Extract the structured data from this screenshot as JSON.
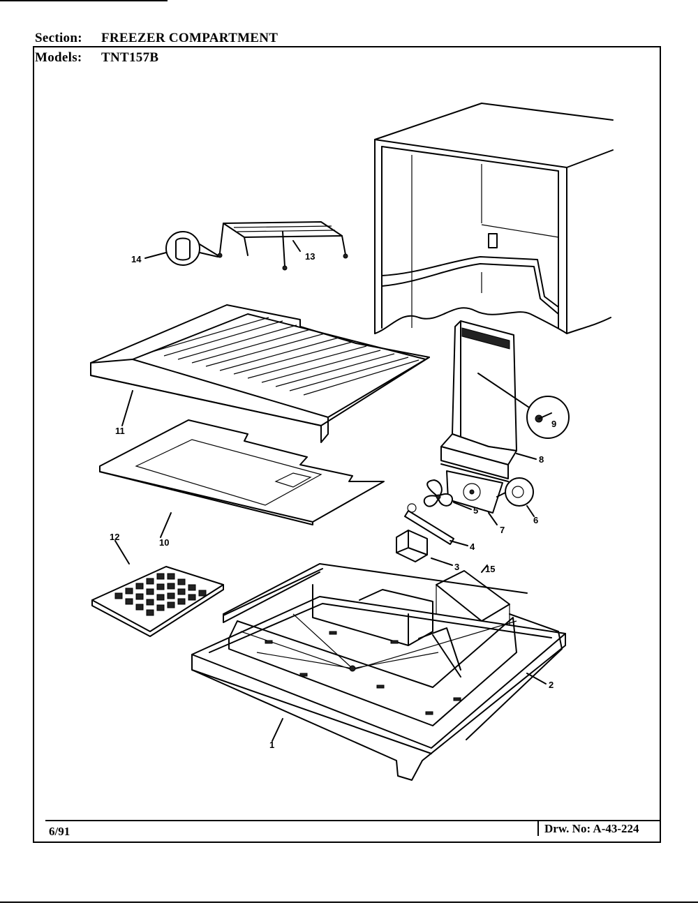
{
  "header": {
    "section_label": "Section:",
    "section_value": "FREEZER COMPARTMENT",
    "models_label": "Models:",
    "models_value": "TNT157B"
  },
  "footer": {
    "date": "6/91",
    "drawing_number": "Drw. No: A-43-224"
  },
  "callouts": {
    "c1": "1",
    "c2": "2",
    "c3": "3",
    "c4": "4",
    "c5": "5",
    "c6": "6",
    "c7": "7",
    "c8": "8",
    "c9": "9",
    "c10": "10",
    "c11": "11",
    "c12": "12",
    "c13": "13",
    "c14": "14",
    "c15": "15"
  }
}
